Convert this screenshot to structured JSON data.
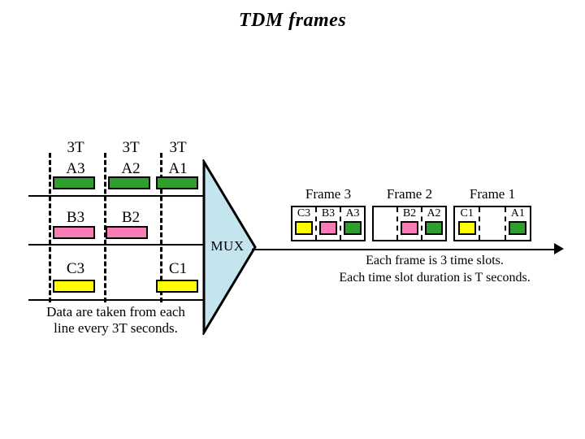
{
  "title": "TDM frames",
  "colors": {
    "green": "#2f9e2f",
    "pink": "#fa7cb6",
    "yellow": "#ffff00",
    "mux_fill": "#c5e5ee",
    "outline": "#000000"
  },
  "input_side": {
    "period_labels": [
      "3T",
      "3T",
      "3T"
    ],
    "lines": [
      {
        "name": "line-a",
        "color": "green",
        "cells": [
          {
            "label": "A3",
            "filled": true
          },
          {
            "label": "A2",
            "filled": true
          },
          {
            "label": "A1",
            "filled": true
          }
        ]
      },
      {
        "name": "line-b",
        "color": "pink",
        "cells": [
          {
            "label": "B3",
            "filled": true
          },
          {
            "label": "B2",
            "filled": true
          },
          {
            "label": "",
            "filled": false
          }
        ]
      },
      {
        "name": "line-c",
        "color": "yellow",
        "cells": [
          {
            "label": "C3",
            "filled": true
          },
          {
            "label": "",
            "filled": false
          },
          {
            "label": "C1",
            "filled": true
          }
        ]
      }
    ],
    "footnote_line1": "Data are taken from each",
    "footnote_line2": "line every 3T seconds."
  },
  "mux": {
    "label": "MUX"
  },
  "output_side": {
    "frames": [
      {
        "title": "Frame 3",
        "slots": [
          {
            "label": "C3",
            "color": "yellow",
            "filled": true
          },
          {
            "label": "B3",
            "color": "pink",
            "filled": true
          },
          {
            "label": "A3",
            "color": "green",
            "filled": true
          }
        ]
      },
      {
        "title": "Frame 2",
        "slots": [
          {
            "label": "",
            "color": "none",
            "filled": false
          },
          {
            "label": "B2",
            "color": "pink",
            "filled": true
          },
          {
            "label": "A2",
            "color": "green",
            "filled": true
          }
        ]
      },
      {
        "title": "Frame 1",
        "slots": [
          {
            "label": "C1",
            "color": "yellow",
            "filled": true
          },
          {
            "label": "",
            "color": "none",
            "filled": false
          },
          {
            "label": "A1",
            "color": "green",
            "filled": true
          }
        ]
      }
    ],
    "note_line1": "Each frame is 3 time slots.",
    "note_line2": "Each time slot duration is T seconds."
  }
}
